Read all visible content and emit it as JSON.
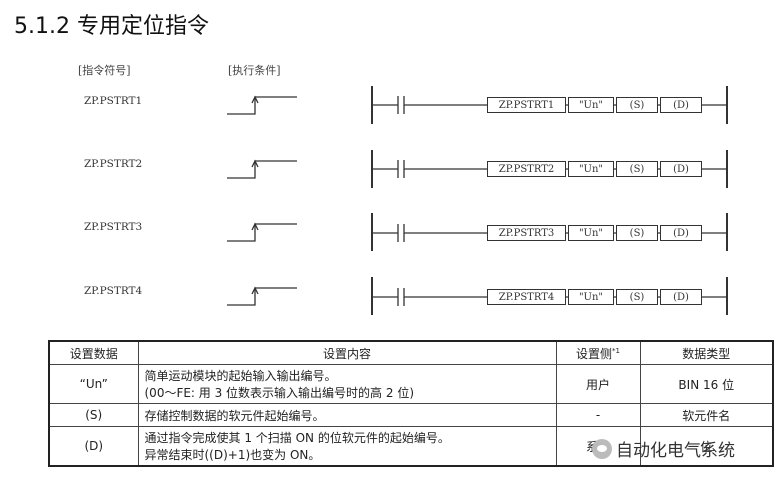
{
  "title": "5.1.2 专用定位指令",
  "headers": {
    "symbol": "[指令符号]",
    "condition": "[执行条件]"
  },
  "instructions": [
    {
      "symbol": "ZP.PSTRT1",
      "box_name": "ZP.PSTRT1",
      "un": "\"Un\"",
      "s": "(S)",
      "d": "(D)"
    },
    {
      "symbol": "ZP.PSTRT2",
      "box_name": "ZP.PSTRT2",
      "un": "\"Un\"",
      "s": "(S)",
      "d": "(D)"
    },
    {
      "symbol": "ZP.PSTRT3",
      "box_name": "ZP.PSTRT3",
      "un": "\"Un\"",
      "s": "(S)",
      "d": "(D)"
    },
    {
      "symbol": "ZP.PSTRT4",
      "box_name": "ZP.PSTRT4",
      "un": "\"Un\"",
      "s": "(S)",
      "d": "(D)"
    }
  ],
  "table": {
    "headers": {
      "data": "设置数据",
      "content": "设置内容",
      "side": "设置侧",
      "side_note": "*1",
      "type": "数据类型"
    },
    "rows": [
      {
        "data": "“Un”",
        "content_line1": "简单运动模块的起始输入输出编号。",
        "content_line2": "(00～FE: 用 3 位数表示输入输出编号时的高 2 位)",
        "side": "用户",
        "type": "BIN 16 位"
      },
      {
        "data": "(S)",
        "content_line1": "存储控制数据的软元件起始编号。",
        "content_line2": "",
        "side": "-",
        "type": "软元件名"
      },
      {
        "data": "(D)",
        "content_line1": "通过指令完成使其 1 个扫描 ON 的位软元件的起始编号。",
        "content_line2": "异常结束时((D)+1)也变为 ON。",
        "side": "系统",
        "type": "位"
      }
    ]
  },
  "watermark": "自动化电气系统"
}
